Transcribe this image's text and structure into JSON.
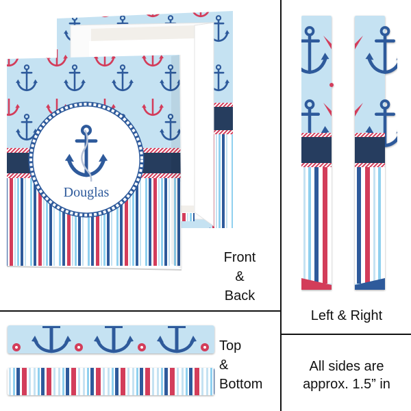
{
  "product": {
    "name_text": "Douglas",
    "pattern": "nautical anchors and stripes",
    "colors": {
      "sky": "#c5e2f2",
      "navy": "#2e5a9b",
      "dark_band": "#263d5e",
      "red": "#d33c5a",
      "light_blue_stripe": "#8fd0ef",
      "white": "#ffffff"
    }
  },
  "panels": {
    "front_back": {
      "label_line1": "Front",
      "label_line2": "&",
      "label_line3": "Back"
    },
    "left_right": {
      "label": "Left & Right"
    },
    "top_bottom": {
      "label_line1": "Top",
      "label_line2": "&",
      "label_line3": "Bottom"
    },
    "note": {
      "line1": "All sides are",
      "line2": "approx. 1.5” in"
    }
  }
}
